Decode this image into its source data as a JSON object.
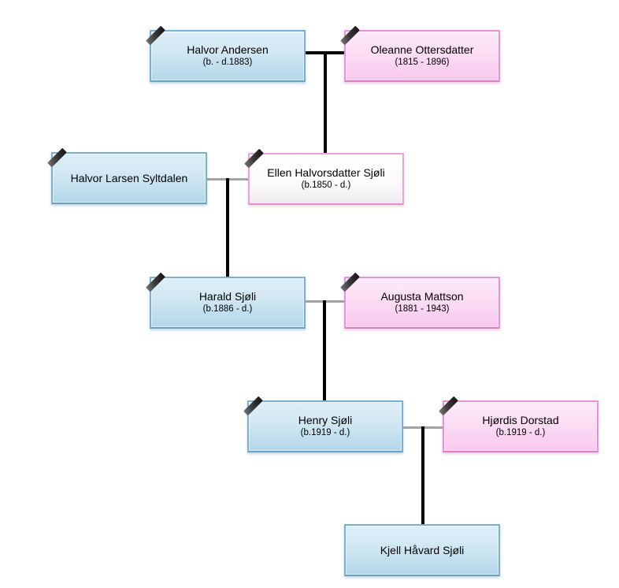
{
  "diagram": {
    "kind": "family-tree",
    "background_color": "#ffffff"
  },
  "palette": {
    "male_box_fill_top": "#ddeff8",
    "male_box_fill_bottom": "#b4d7e9",
    "male_box_border": "#7cb0d0",
    "female_box_fill_top": "#fdeafa",
    "female_box_fill_bottom": "#f8c9ee",
    "female_box_border": "#ee90d8",
    "highlight_box_fill": "#ffffff",
    "highlight_box_border": "#f2a0dd",
    "bloodline_connector_color": "#000000",
    "marriage_connector_color": "#a3a3a3",
    "deceased_ribbon_color": "#141414",
    "text_color": "#000000"
  },
  "persons": [
    {
      "id": "halvor-andersen",
      "name": "Halvor Andersen",
      "dates": "(b. - d.1883)",
      "deceased_ribbon": true,
      "box_style": "male"
    },
    {
      "id": "oleanne-ottersdatter",
      "name": "Oleanne Ottersdatter",
      "dates": "(1815 - 1896)",
      "deceased_ribbon": true,
      "box_style": "female"
    },
    {
      "id": "halvor-larsen-syltdalen",
      "name": "Halvor Larsen Syltdalen",
      "deceased_ribbon": true,
      "box_style": "male"
    },
    {
      "id": "ellen-halvorsdatter-sjoli",
      "name": "Ellen Halvorsdatter Sjøli",
      "dates": "(b.1850 - d.)",
      "deceased_ribbon": true,
      "box_style": "highlight"
    },
    {
      "id": "harald-sjoli",
      "name": "Harald Sjøli",
      "dates": "(b.1886 - d.)",
      "deceased_ribbon": true,
      "box_style": "male"
    },
    {
      "id": "augusta-mattson",
      "name": "Augusta Mattson",
      "dates": "(1881 - 1943)",
      "deceased_ribbon": true,
      "box_style": "female"
    },
    {
      "id": "henry-sjoli",
      "name": "Henry Sjøli",
      "dates": "(b.1919 - d.)",
      "deceased_ribbon": true,
      "box_style": "male"
    },
    {
      "id": "hjordis-dorstad",
      "name": "Hjørdis Dorstad",
      "dates": "(b.1919 - d.)",
      "deceased_ribbon": true,
      "box_style": "female"
    },
    {
      "id": "kjell-havard-sjoli",
      "name": "Kjell Håvard Sjøli",
      "deceased_ribbon": false,
      "box_style": "male"
    }
  ],
  "unions": [
    {
      "partners": [
        "Halvor Andersen",
        "Oleanne Ottersdatter"
      ],
      "child": "Ellen Halvorsdatter Sjøli",
      "marriage_line_color": "#000000"
    },
    {
      "partners": [
        "Halvor Larsen Syltdalen",
        "Ellen Halvorsdatter Sjøli"
      ],
      "child": "Harald Sjøli",
      "marriage_line_color": "#a3a3a3"
    },
    {
      "partners": [
        "Harald Sjøli",
        "Augusta Mattson"
      ],
      "child": "Henry Sjøli",
      "marriage_line_color": "#a3a3a3"
    },
    {
      "partners": [
        "Henry Sjøli",
        "Hjørdis Dorstad"
      ],
      "child": "Kjell Håvard Sjøli",
      "marriage_line_color": "#a3a3a3"
    }
  ]
}
